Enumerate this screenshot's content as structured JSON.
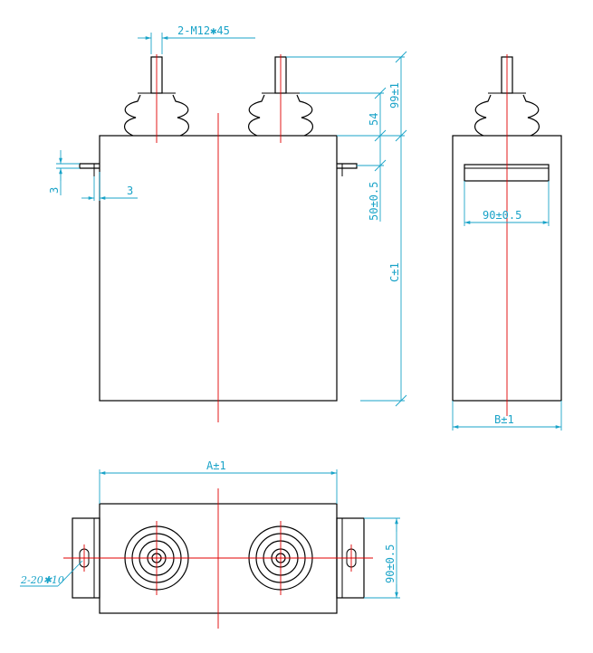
{
  "colors": {
    "outline": "#000000",
    "centerline": "#e00000",
    "dimension": "#1aa3c8"
  },
  "labels": {
    "terminal_thread": "2-M12✱45",
    "height_99": "99±1",
    "height_54": "54",
    "bracket_3_vertical": "3",
    "bracket_3_horizontal": "3",
    "height_50": "50±0.5",
    "height_C": "C±1",
    "side_90": "90±0.5",
    "width_B": "B±1",
    "width_A": "A±1",
    "slot": "2-20✱10",
    "depth_90": "90±0.5"
  }
}
